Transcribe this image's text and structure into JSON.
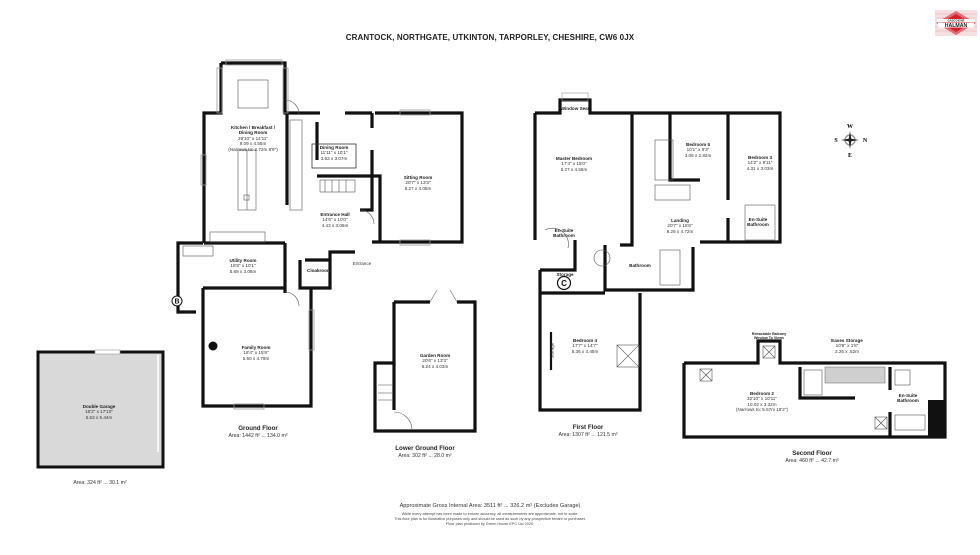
{
  "header": {
    "title": "CRANTOCK, NORTHGATE, UTKINTON, TARPORLEY, CHESHIRE, CW6 0JX",
    "logo": {
      "line1": "GASCOIGNE",
      "line2": "HALMAN",
      "colors": {
        "red": "#d8202a",
        "pink": "#f1c9cc",
        "dark": "#222222"
      }
    }
  },
  "compass": {
    "north": "N",
    "south": "S",
    "east": "E",
    "west": "W"
  },
  "floors": {
    "ground": {
      "name": "Ground Floor",
      "area": "Area: 1442 ft² ... 134.0 m²",
      "rooms": [
        {
          "name": "Kitchen / Breakfast /",
          "name2": "Dining Room",
          "imperial": "29'10\" x 14'11\"",
          "metric": "9.09 x 4.55m",
          "note": "(Narrows to: 2.72m 8'9\")"
        },
        {
          "name": "Dining Room",
          "imperial": "11'11\" x 10'1\"",
          "metric": "3.63 x 3.07m"
        },
        {
          "name": "Sitting Room",
          "imperial": "20'7\" x 13'3\"",
          "metric": "6.27 x 4.05m"
        },
        {
          "name": "Entrance Hall",
          "imperial": "14'6\" x 10'0\"",
          "metric": "4.43 x 3.06m"
        },
        {
          "name": "Utility Room",
          "imperial": "18'8\" x 10'1\"",
          "metric": "5.69 x 3.08m"
        },
        {
          "name": "Cloakroom"
        },
        {
          "name": "Family Room",
          "imperial": "18'4\" x 15'9\"",
          "metric": "5.60 x 4.79m"
        }
      ],
      "labels": {
        "entrance": "Entrance",
        "boiler": "B"
      }
    },
    "garage": {
      "area": "Area: 324 ft² ... 30.1 m²",
      "rooms": [
        {
          "name": "Double Garage",
          "imperial": "18'2\" x 17'10\"",
          "metric": "5.53 x 5.44m"
        }
      ]
    },
    "lower_ground": {
      "name": "Lower Ground Floor",
      "area": "Area: 302 ft² ... 28.0 m²",
      "rooms": [
        {
          "name": "Garden Room",
          "imperial": "20'6\" x 13'3\"",
          "metric": "6.24 x 4.03m"
        }
      ]
    },
    "first": {
      "name": "First Floor",
      "area": "Area: 1307 ft² ... 121.5 m²",
      "rooms": [
        {
          "name": "Window Seat"
        },
        {
          "name": "Master Bedroom",
          "imperial": "17'4\" x 15'0\"",
          "metric": "5.27 x 4.56m"
        },
        {
          "name": "Bedroom 5",
          "imperial": "10'1\" x 9'3\"",
          "metric": "3.08 x 2.82m"
        },
        {
          "name": "Bedroom 3",
          "imperial": "14'2\" x 9'11\"",
          "metric": "4.31 x 3.03m"
        },
        {
          "name": "Landing",
          "imperial": "20'7\" x 15'6\"",
          "metric": "6.28 x 4.72m"
        },
        {
          "name": "En-Suite",
          "name2": "Bathroom"
        },
        {
          "name": "En-Suite",
          "name2": "Bathroom"
        },
        {
          "name": "Bathroom"
        },
        {
          "name": "Storage"
        },
        {
          "name": "Bedroom 4",
          "imperial": "17'7\" x 14'7\"",
          "metric": "5.36 x 4.45m"
        },
        {
          "name": "Storage"
        }
      ],
      "labels": {
        "cylinder": "C"
      }
    },
    "second": {
      "name": "Second Floor",
      "area": "Area: 460 ft² ... 42.7 m²",
      "rooms": [
        {
          "name": "Bedroom 2",
          "imperial": "32'10\" x 10'11\"",
          "metric": "10.02 x 3.32m",
          "note": "(Narrows to: 5.57m 18'2\")"
        },
        {
          "name": "Eaves Storage",
          "imperial": "10'8\" x 1'8\"",
          "metric": "3.26 x .52m"
        },
        {
          "name": "En-Suite",
          "name2": "Bathroom"
        }
      ],
      "labels": {
        "balcony1": "Retractable Balcony",
        "balcony2": "Window To Views"
      }
    }
  },
  "footer": {
    "gross_area": "Approximate Gross Internal Area: 3511 ft² ... 326.2 m² (Excludes Garage)",
    "disclaimer1": "While every attempt has been made to ensure accuracy, all measurements are approximate, not to scale.",
    "disclaimer2": "This floor plan is for illustrative purposes only and should be used as such by any prospective tenant or purchaser.",
    "disclaimer3": "Floor plan produced by Green House EPC Ltd 2020."
  }
}
